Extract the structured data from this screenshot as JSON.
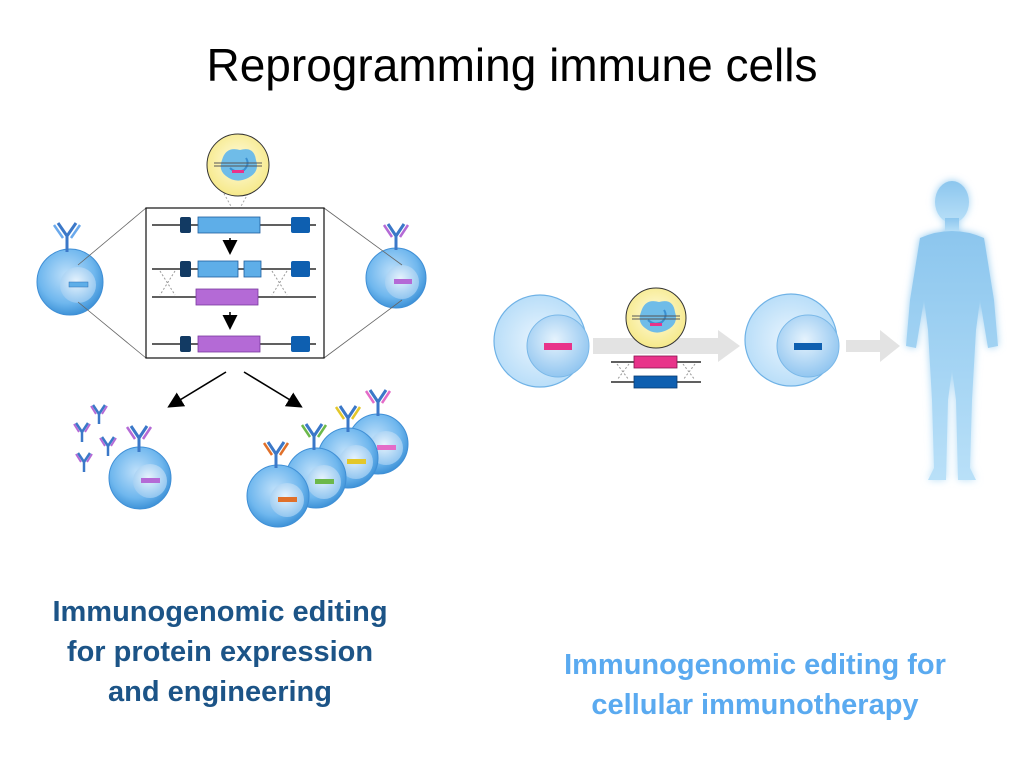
{
  "slide": {
    "title": "Reprogramming immune cells",
    "left_caption": "Immunogenomic editing for protein expression and engineering",
    "right_caption": "Immunogenomic editing for cellular immunotherapy"
  },
  "colors": {
    "cell_outer": "#4fa3e3",
    "cell_nucleus": "#a9d3f3",
    "light_blue_exon": "#5eaee8",
    "dark_blue_exon": "#0e5fb0",
    "navy_exon": "#123a63",
    "purple_exon": "#b46ad6",
    "magenta_exon": "#e8338a",
    "orange_exon": "#e0702a",
    "green_exon": "#6cb84a",
    "yellow_exon": "#e3c72a",
    "pink_exon": "#e46cc8",
    "crispr_bubble": "#fbf3b0",
    "human_silhouette": "#8cc6ee",
    "left_caption_color": "#1c5487",
    "right_caption_color": "#5aaaf0"
  },
  "icons": [
    "antibody-icon",
    "crispr-cas9-icon",
    "human-silhouette-icon",
    "arrow-icon"
  ]
}
